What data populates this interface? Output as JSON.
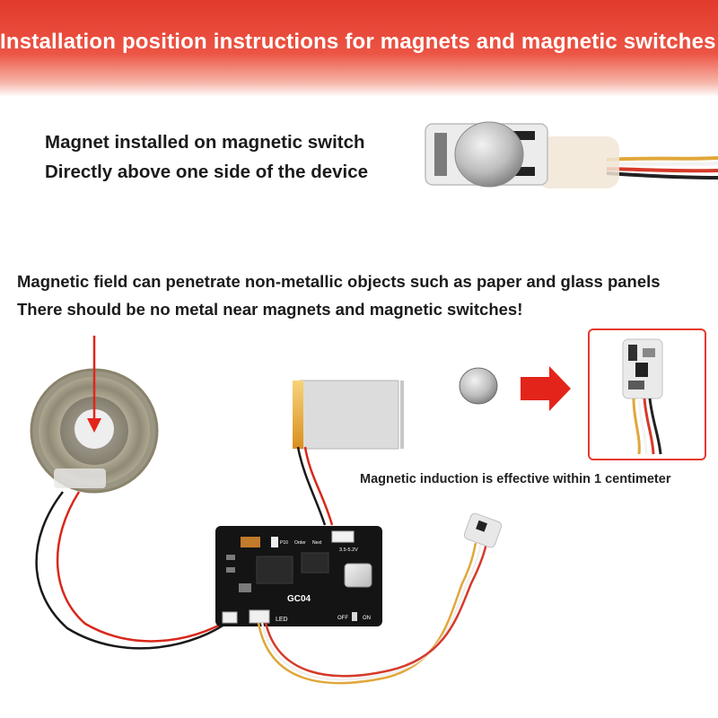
{
  "banner": {
    "title": "Installation position instructions for magnets and magnetic switches:",
    "color": "#e8473a"
  },
  "instructions": {
    "line1": "Magnet installed on magnetic switch",
    "line2": "Directly above one side of the device"
  },
  "notes": {
    "line1": "Magnetic field can penetrate non-metallic objects such as paper and glass panels",
    "line2": "There should be no metal near magnets and magnetic switches!"
  },
  "caption": "Magnetic induction is effective within 1 centimeter",
  "board": {
    "label": "GC04",
    "led_label": "LED",
    "off_label": "OFF",
    "on_label": "ON",
    "voltage_label": "3.5-5.2V",
    "pin_labels": [
      "P10",
      "Order",
      "Next"
    ]
  },
  "accent_colors": {
    "arrow": "#e3241b",
    "frame": "#e43a2e",
    "battery": "#e9a93a",
    "pcb": "#141414"
  }
}
